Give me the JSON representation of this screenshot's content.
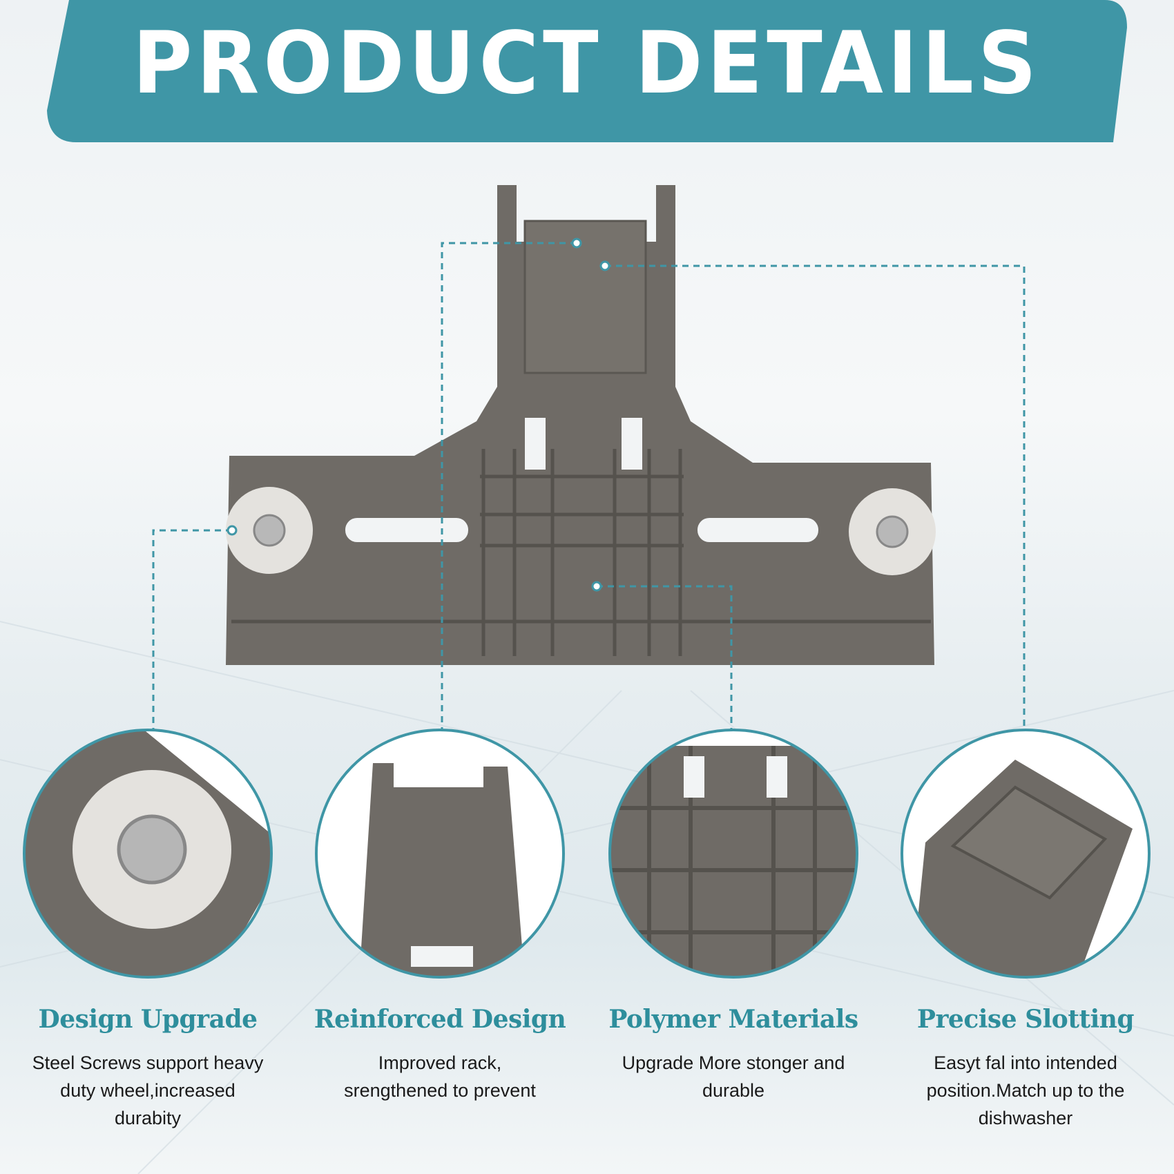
{
  "header": {
    "title": "PRODUCT DETAILS"
  },
  "colors": {
    "accent": "#3f96a6",
    "title_text": "#2e8e9c",
    "part": "#6f6b66"
  },
  "features": [
    {
      "title": "Design Upgrade",
      "description": "Steel Screws support heavy duty wheel,increased durabity"
    },
    {
      "title": "Reinforced Design",
      "description": "Improved rack, srengthened to prevent"
    },
    {
      "title": "Polymer Materials",
      "description": "Upgrade More stonger and durable"
    },
    {
      "title": "Precise Slotting",
      "description": "Easyt fal into intended position.Match up to the dishwasher"
    }
  ]
}
